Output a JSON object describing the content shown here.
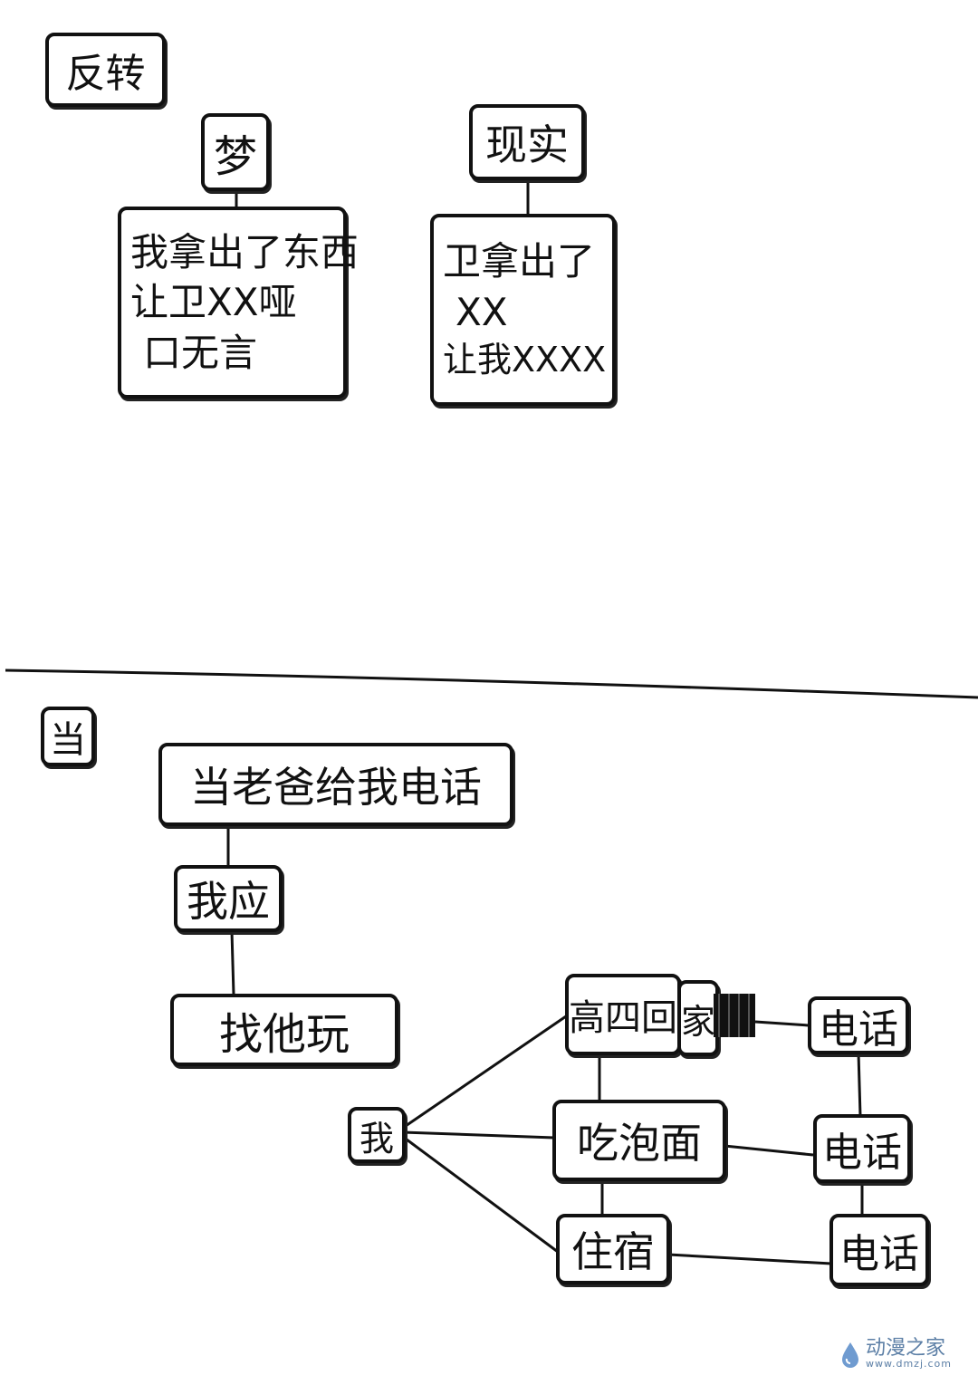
{
  "top_panel": {
    "title": "反转",
    "dream": {
      "label": "梦",
      "lines": [
        "我拿出了东西",
        "让卫XX哑",
        "口无言"
      ]
    },
    "reality": {
      "label": "现实",
      "lines": [
        "卫拿出了",
        "XX",
        "让我XXXX"
      ]
    }
  },
  "bottom_panel": {
    "title": "当",
    "call": "当老爸给我电话",
    "answer": "我应",
    "play": "找他玩",
    "me": "我",
    "option_home": "高四回",
    "option_home_suffix": "家",
    "option_noodle": "吃泡面",
    "option_dorm": "住宿",
    "phone_1": "电话",
    "phone_2": "电话",
    "phone_3": "电话"
  },
  "watermark": {
    "name": "动漫之家",
    "url": "www.dmzj.com"
  }
}
